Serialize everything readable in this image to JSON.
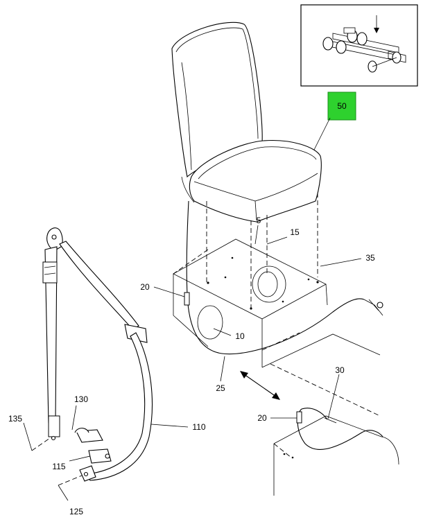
{
  "callouts": {
    "c5": "5",
    "c10": "10",
    "c15": "15",
    "c20a": "20",
    "c20b": "20",
    "c25": "25",
    "c30": "30",
    "c35": "35",
    "c50": "50",
    "c110": "110",
    "c115": "115",
    "c125": "125",
    "c130": "130",
    "c135": "135"
  },
  "highlight_color": "#2ed12e"
}
